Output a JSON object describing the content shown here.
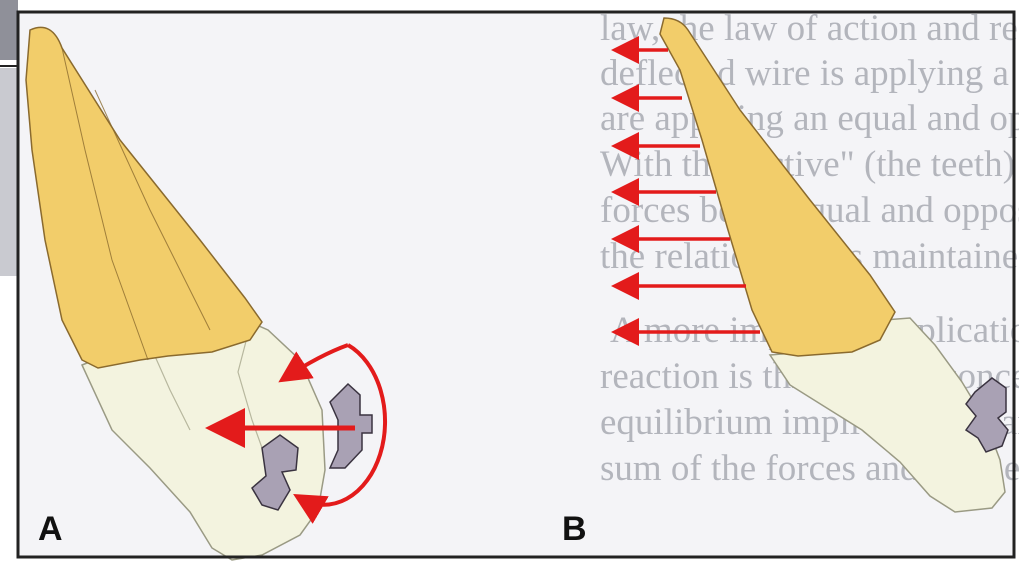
{
  "panels": [
    {
      "label": "A"
    },
    {
      "label": "B"
    }
  ],
  "background_text": [
    "law, the law of action and reaction, is demonstrated. The",
    "deflected wire is applying a force to the teeth, and the teeth",
    "are applying an equal and opposite force to the wire.",
    "With the \"active\" (the teeth) and \"reactive\" (the wire)",
    "forces being equal and opposite, no net force exists, and",
    "the relationship is maintained.",
    "A more important application of the law of action and",
    "reaction is through the concept of equilibrium. Static",
    "equilibrium implies that at any point in an object the",
    "sum of the forces and moments acting on it is zero."
  ],
  "colors": {
    "crown": "#f2cd6a",
    "crown_outline": "#8a6a2e",
    "root": "#f3f3df",
    "root_outline": "#9a9a84",
    "bracket": "#a9a1b4",
    "bracket_outline": "#3a3340",
    "arrow": "#e31b1b",
    "frame": "#222222"
  },
  "icons": [
    "bracket-icon",
    "force-arrow-icon",
    "moment-arrow-icon"
  ]
}
